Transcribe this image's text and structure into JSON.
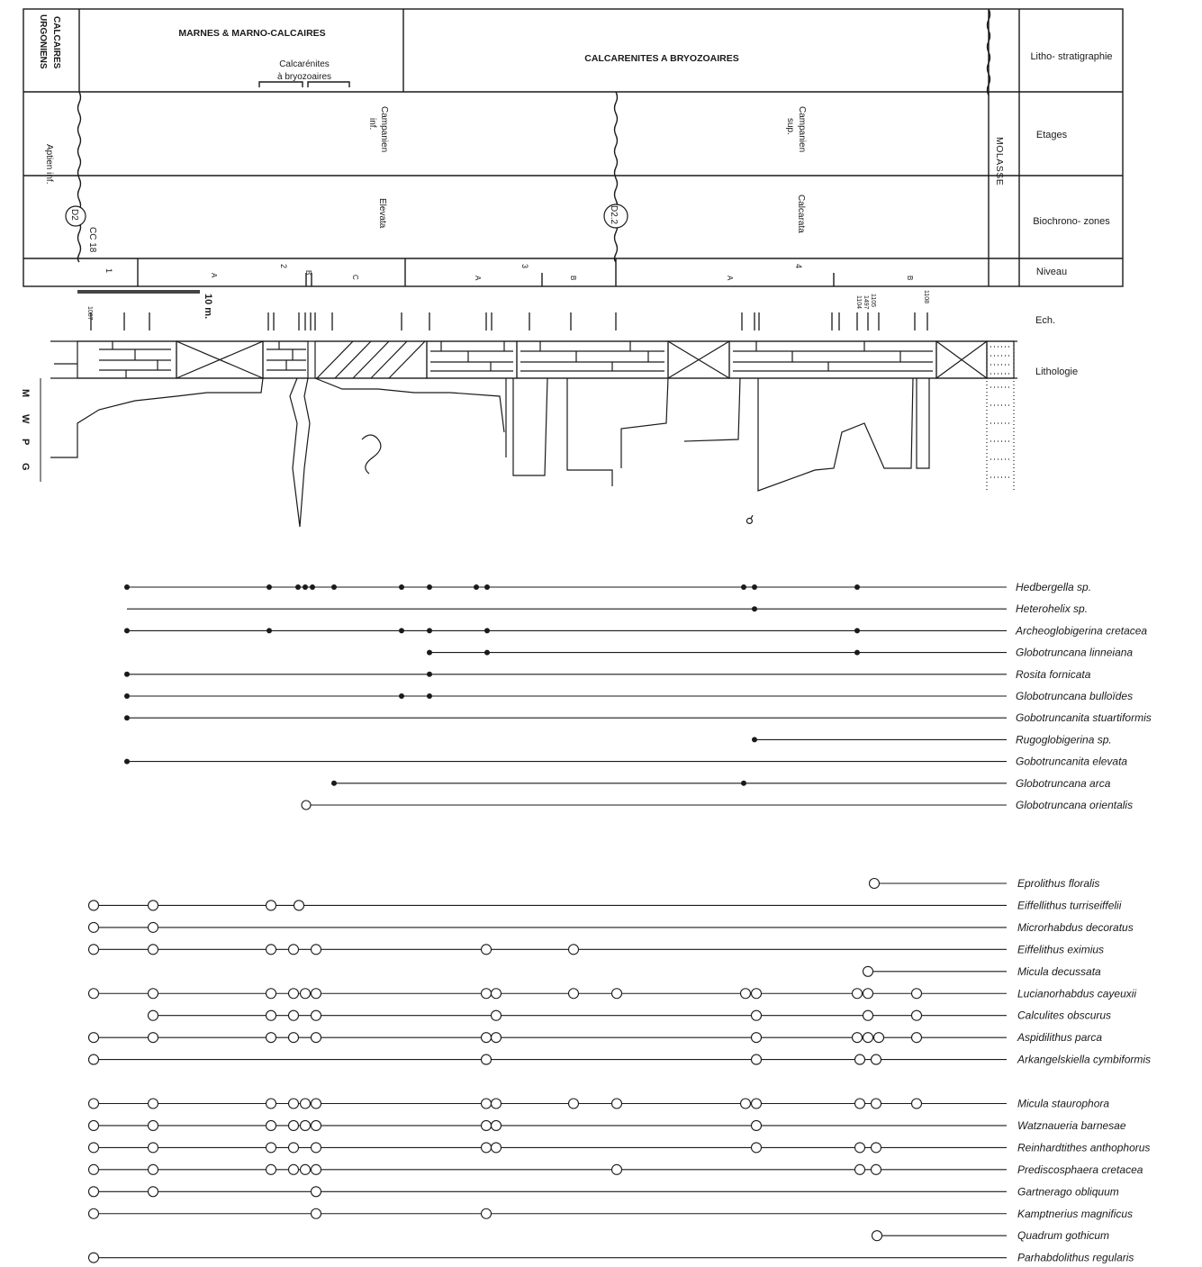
{
  "header": {
    "urgoniens": {
      "line1": "CALCAIRES",
      "line2": "URGONIENS"
    },
    "marnes": "MARNES & MARNO-CALCAIRES",
    "calcarenites_small": {
      "line1": "Calcarénites",
      "line2": "à bryozoaires"
    },
    "calcarenites_big": "CALCARENITES A BRYOZOAIRES",
    "molasse": "MOLASSE"
  },
  "row_labels": {
    "litho": "Litho- stratigraphie",
    "etages": "Etages",
    "biochrono": "Biochrono- zones",
    "niveau": "Niveau",
    "ech": "Ech.",
    "lithologie": "Lithologie"
  },
  "stages": {
    "aptien": "Aptien inf.",
    "campanien_inf": {
      "line1": "Campanien",
      "line2": "inf."
    },
    "campanien_sup": {
      "line1": "Campanien",
      "line2": "sup."
    }
  },
  "zones": {
    "d2": "D2",
    "cc18": "CC 18",
    "elevata": "Elevata",
    "d22": "D2.2",
    "calcarata": "Calcarata"
  },
  "niveaux": [
    {
      "id": "n1",
      "label": "1"
    },
    {
      "id": "n2",
      "label": "2"
    },
    {
      "id": "n3",
      "label": "3"
    },
    {
      "id": "n4",
      "label": "4"
    }
  ],
  "subniveaux": [
    {
      "id": "s2a",
      "label": "A"
    },
    {
      "id": "s2b",
      "label": "B"
    },
    {
      "id": "s2c",
      "label": "C"
    },
    {
      "id": "s3a",
      "label": "A"
    },
    {
      "id": "s3b",
      "label": "B"
    },
    {
      "id": "s4a",
      "label": "A"
    },
    {
      "id": "s4b",
      "label": "B"
    }
  ],
  "scale_label": "10 m.",
  "sample_numbers": [
    "1087",
    "1104",
    "1497",
    "1105",
    "1108"
  ],
  "texture_scale": [
    "M",
    "W",
    "P",
    "G"
  ],
  "foraminifera": [
    {
      "name": "Hedbergella sp."
    },
    {
      "name": "Heterohelix sp."
    },
    {
      "name": "Archeoglobigerina cretacea"
    },
    {
      "name": "Globotruncana linneiana"
    },
    {
      "name": "Rosita fornicata"
    },
    {
      "name": "Globotruncana bulloïdes"
    },
    {
      "name": "Gobotruncanita stuartiformis"
    },
    {
      "name": "Rugoglobigerina sp."
    },
    {
      "name": "Gobotruncanita elevata"
    },
    {
      "name": "Globotruncana arca"
    },
    {
      "name": "Globotruncana orientalis"
    }
  ],
  "nannofossils": [
    {
      "name": "Eprolithus floralis"
    },
    {
      "name": "Eiffellithus turriseiffelii"
    },
    {
      "name": "Microrhabdus decoratus"
    },
    {
      "name": "Eiffelithus eximius"
    },
    {
      "name": "Micula decussata"
    },
    {
      "name": "Lucianorhabdus cayeuxii"
    },
    {
      "name": "Calculites obscurus"
    },
    {
      "name": "Aspidilithus parca"
    },
    {
      "name": "Arkangelskiella cymbiformis"
    },
    {
      "name": "Micula staurophora"
    },
    {
      "name": "Watznaueria barnesae"
    },
    {
      "name": "Reinhardtithes anthophorus"
    },
    {
      "name": "Prediscosphaera cretacea"
    },
    {
      "name": "Gartnerago obliquum"
    },
    {
      "name": "Kamptnerius magnificus"
    },
    {
      "name": "Quadrum gothicum"
    },
    {
      "name": "Parhabdolithus regularis"
    }
  ],
  "colors": {
    "ink": "#1a1a1a",
    "paper": "#ffffff",
    "scalebar": "#444444"
  }
}
